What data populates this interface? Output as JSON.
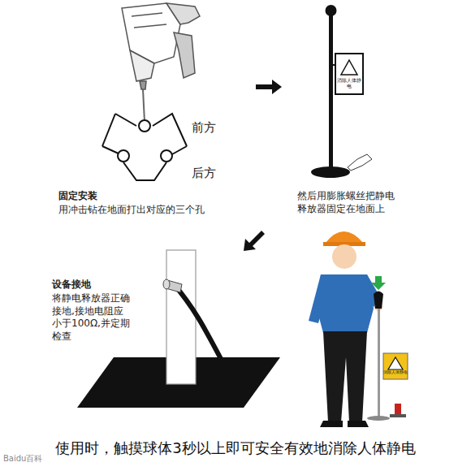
{
  "diagram": {
    "caption": "使用时，触摸球体3秒以上即可安全有效地消除人体静电",
    "labels": [
      "前方",
      "后方",
      "固定安装",
      "用冲击钻在地面打出对应的三个孔",
      "消除人体静电",
      "然后用膨胀螺丝把静电释放器固定在地面上",
      "设备接地",
      "将静电释放器正确接地,接地电阻应小于100Ω,并定期检查",
      "消除人体静电",
      "Baidu百科"
    ]
  }
}
